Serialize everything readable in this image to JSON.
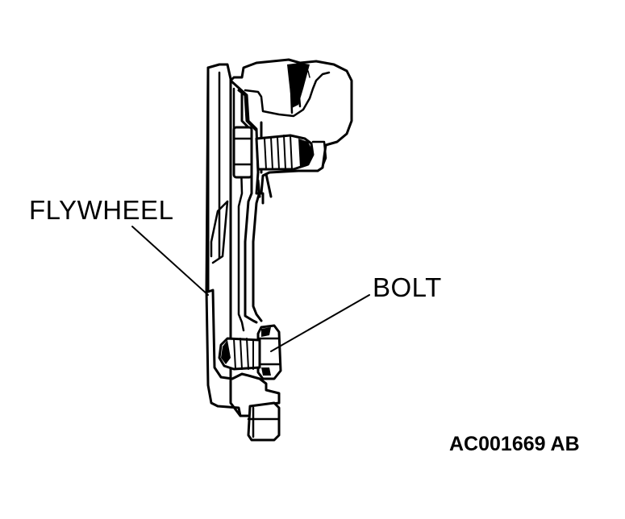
{
  "labels": {
    "flywheel": "FLYWHEEL",
    "bolt": "BOLT",
    "figure_code": "AC001669 AB"
  },
  "colors": {
    "ink": "#000000",
    "paper": "#ffffff"
  }
}
